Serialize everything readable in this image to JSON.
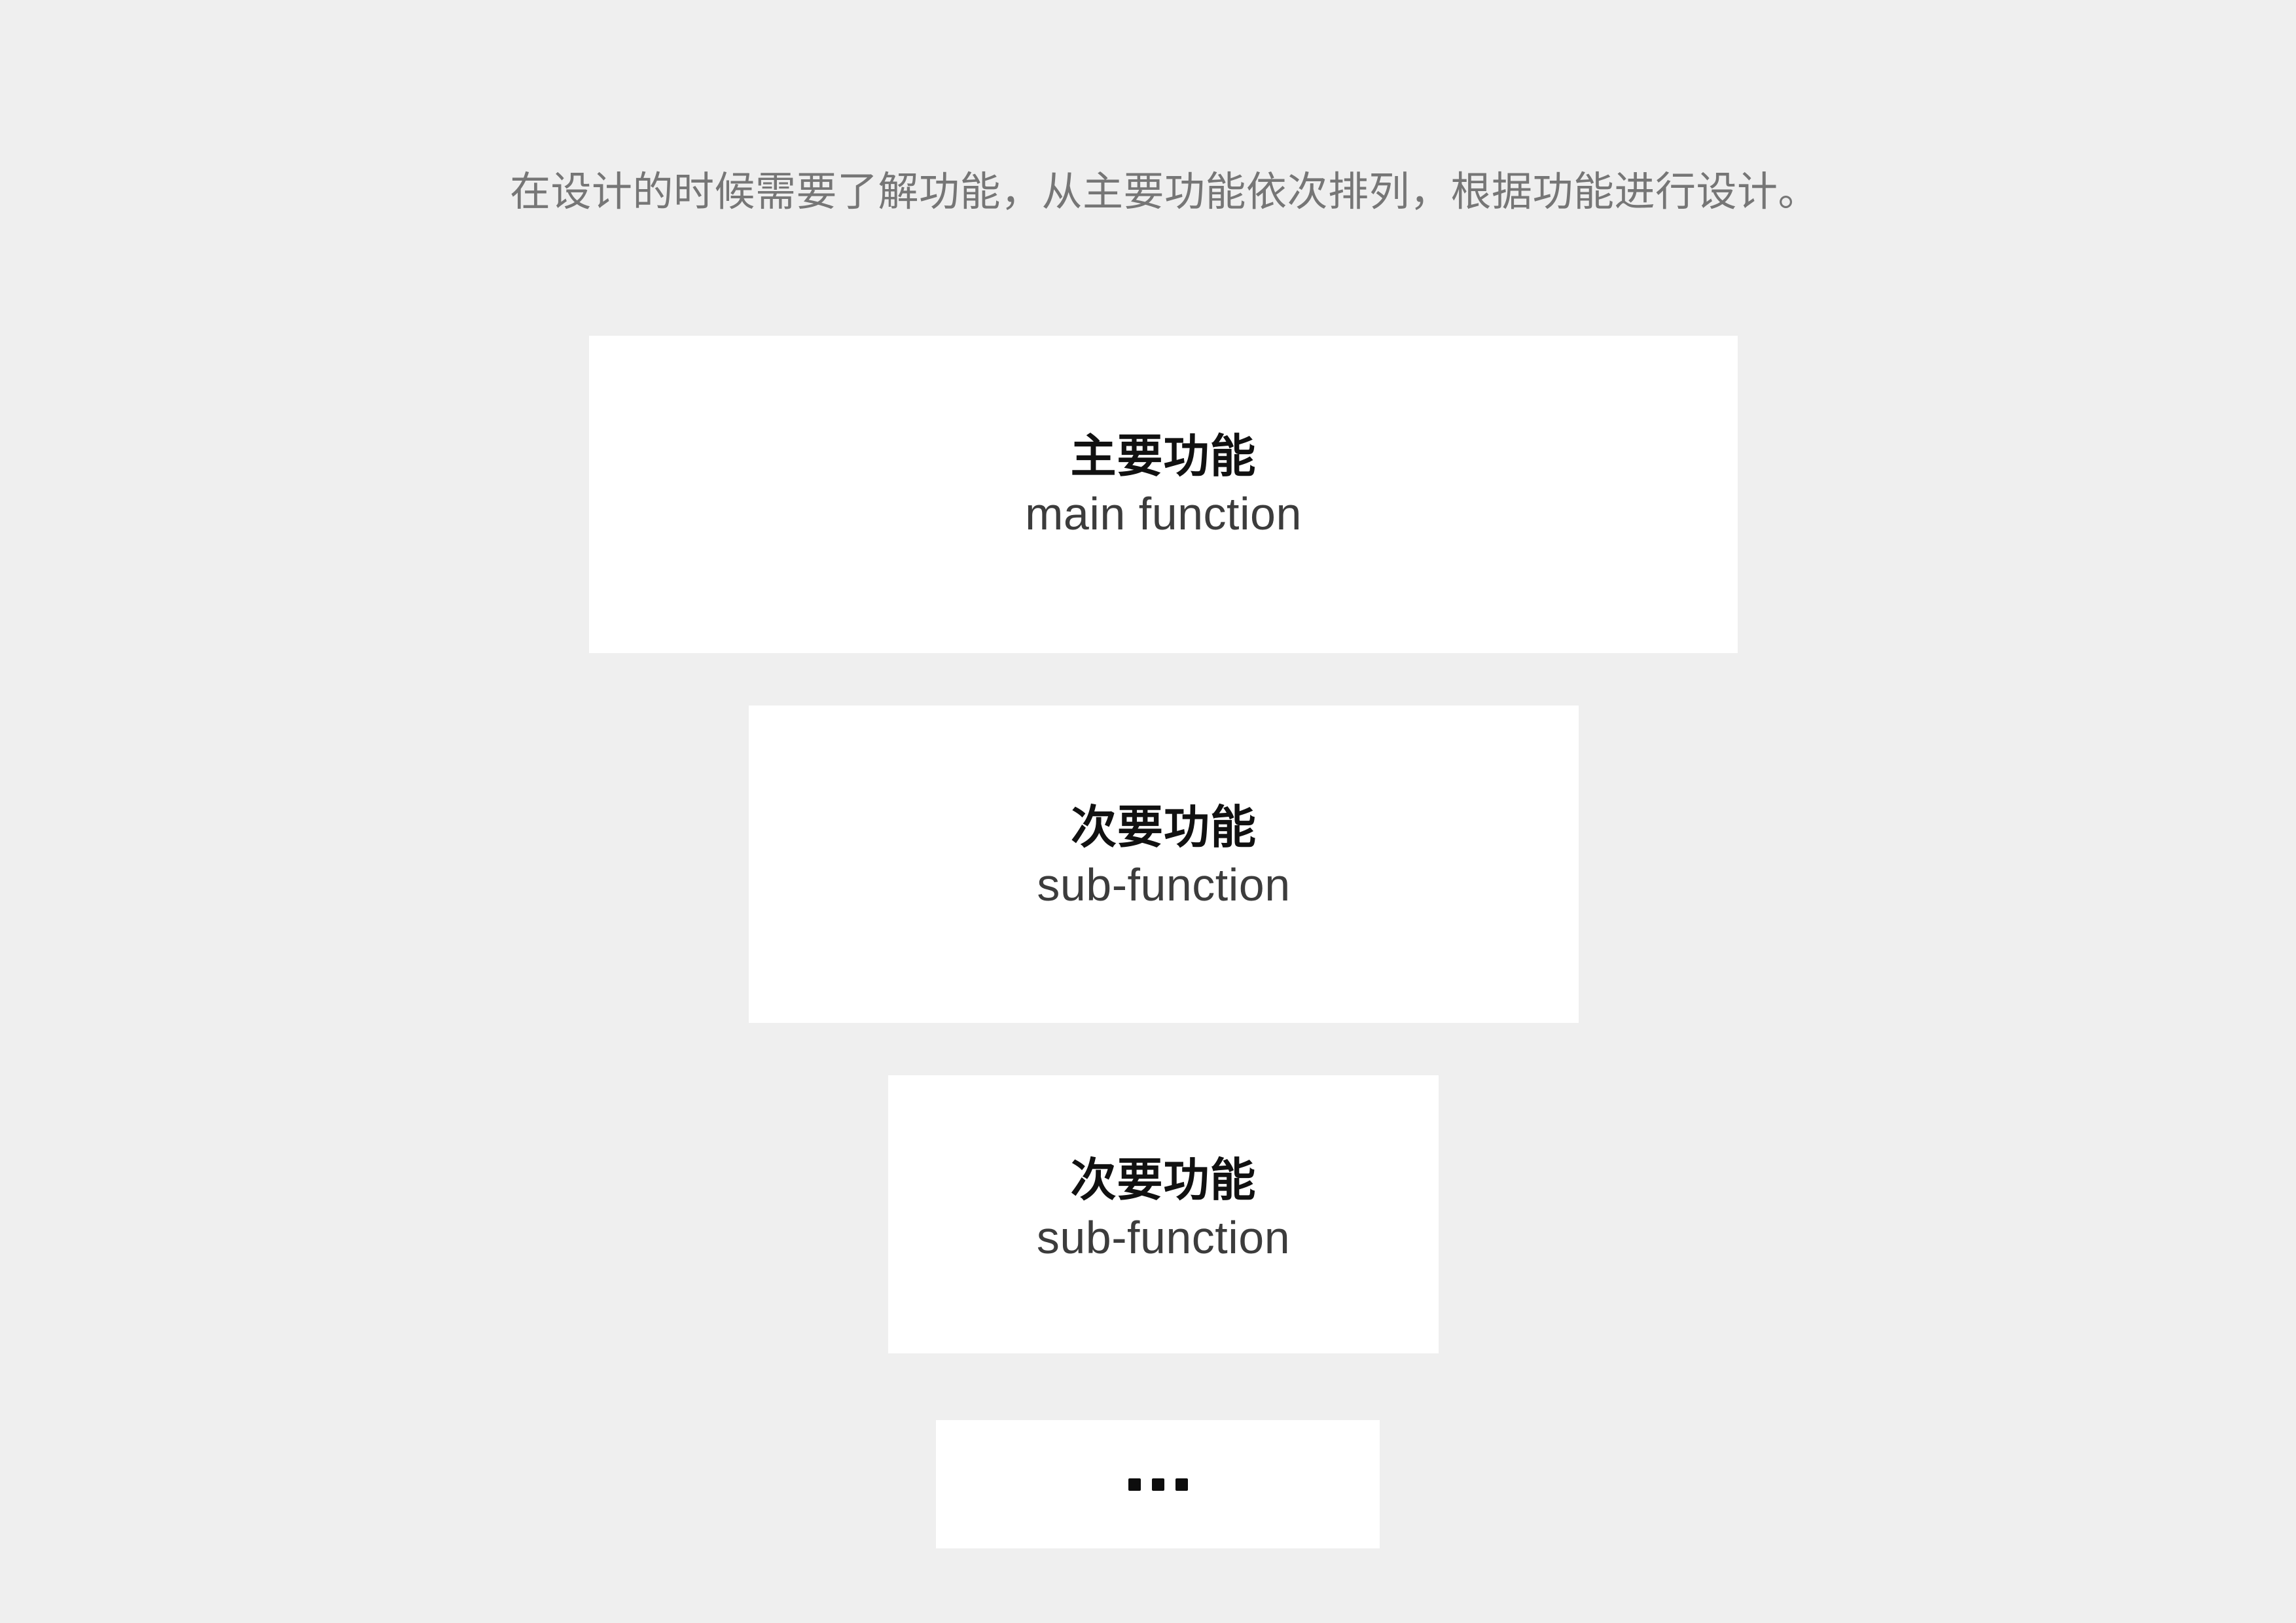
{
  "page": {
    "background_color": "#efefef",
    "caption": "在设计的时候需要了解功能，从主要功能依次排列，根据功能进行设计。",
    "caption_color": "#767676"
  },
  "funnel": {
    "card_background": "#ffffff",
    "title_color": "#111111",
    "subtitle_color": "#3c3c3c",
    "levels": [
      {
        "title": "主要功能",
        "subtitle": "main function"
      },
      {
        "title": "次要功能",
        "subtitle": "sub-function"
      },
      {
        "title": "次要功能",
        "subtitle": "sub-function"
      },
      {
        "title": "...",
        "subtitle": ""
      }
    ]
  }
}
